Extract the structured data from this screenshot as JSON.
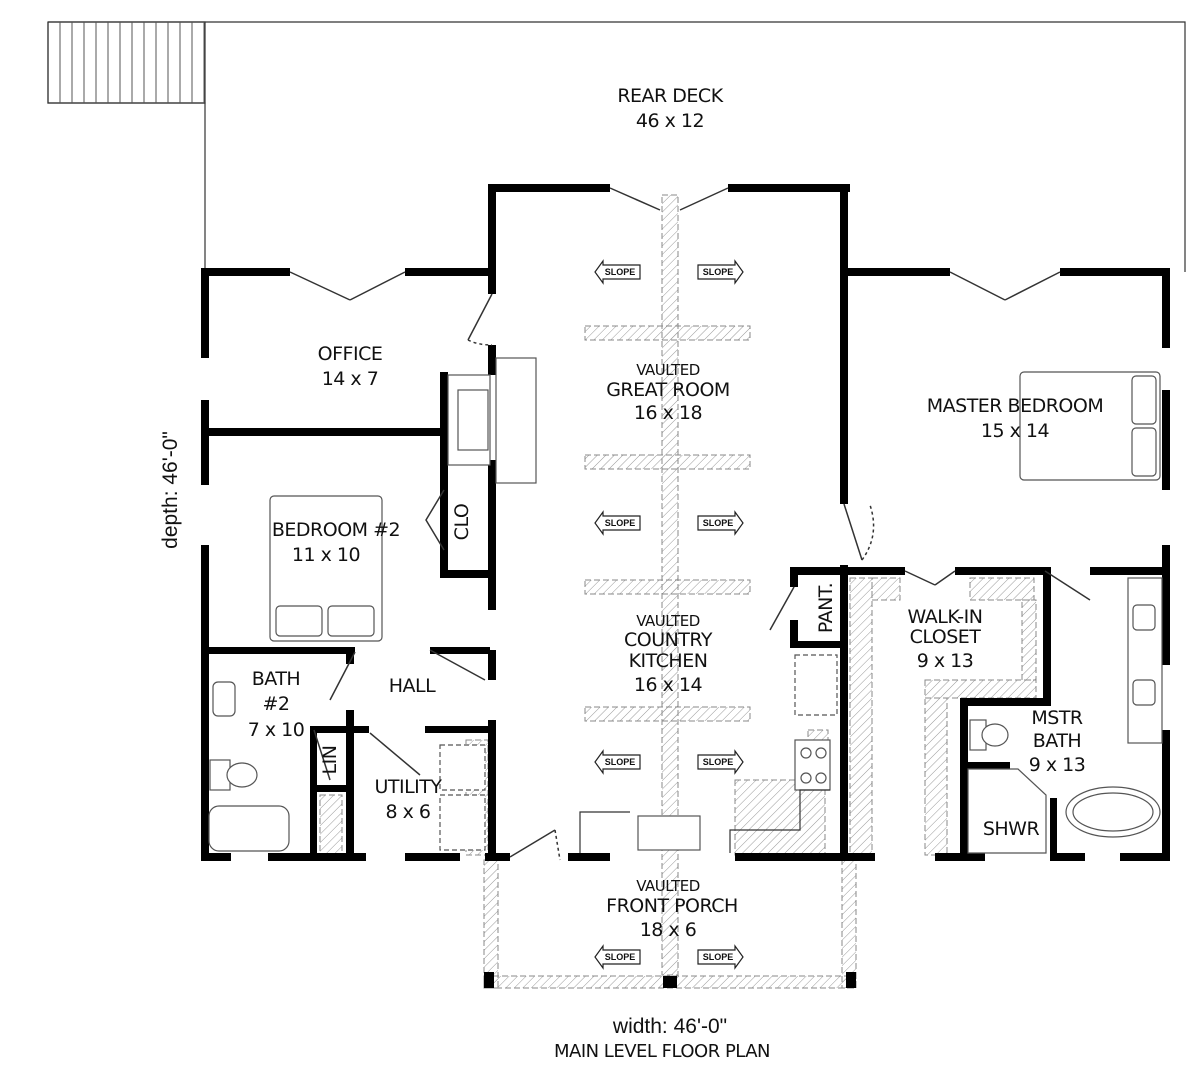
{
  "plan_title": "MAIN LEVEL FLOOR PLAN",
  "width_label": "width: 46'-0\"",
  "depth_label": "depth: 46'-0\"",
  "rooms": {
    "rear_deck": {
      "name": "REAR DECK",
      "size": "46 x 12"
    },
    "office": {
      "name": "OFFICE",
      "size": "14 x 7"
    },
    "great_room": {
      "prefix": "VAULTED",
      "name": "GREAT ROOM",
      "size": "16 x 18"
    },
    "master_bedroom": {
      "name": "MASTER BEDROOM",
      "size": "15 x 14"
    },
    "bedroom2": {
      "name": "BEDROOM #2",
      "size": "11 x 10"
    },
    "clo": {
      "name": "CLO"
    },
    "pantry": {
      "name": "PANT."
    },
    "kitchen": {
      "prefix": "VAULTED",
      "name1": "COUNTRY",
      "name2": "KITCHEN",
      "size": "16 x 14"
    },
    "walk_in_closet": {
      "name1": "WALK-IN",
      "name2": "CLOSET",
      "size": "9 x 13"
    },
    "bath2": {
      "name1": "BATH",
      "name2": "#2",
      "size": "7 x 10"
    },
    "hall": {
      "name": "HALL"
    },
    "lin": {
      "name": "LIN"
    },
    "utility": {
      "name": "UTILITY",
      "size": "8 x 6"
    },
    "master_bath": {
      "name1": "MSTR",
      "name2": "BATH",
      "size": "9 x 13"
    },
    "shower": {
      "name": "SHWR"
    },
    "front_porch": {
      "prefix": "VAULTED",
      "name": "FRONT PORCH",
      "size": "18 x 6"
    }
  },
  "slope_label": "SLOPE"
}
